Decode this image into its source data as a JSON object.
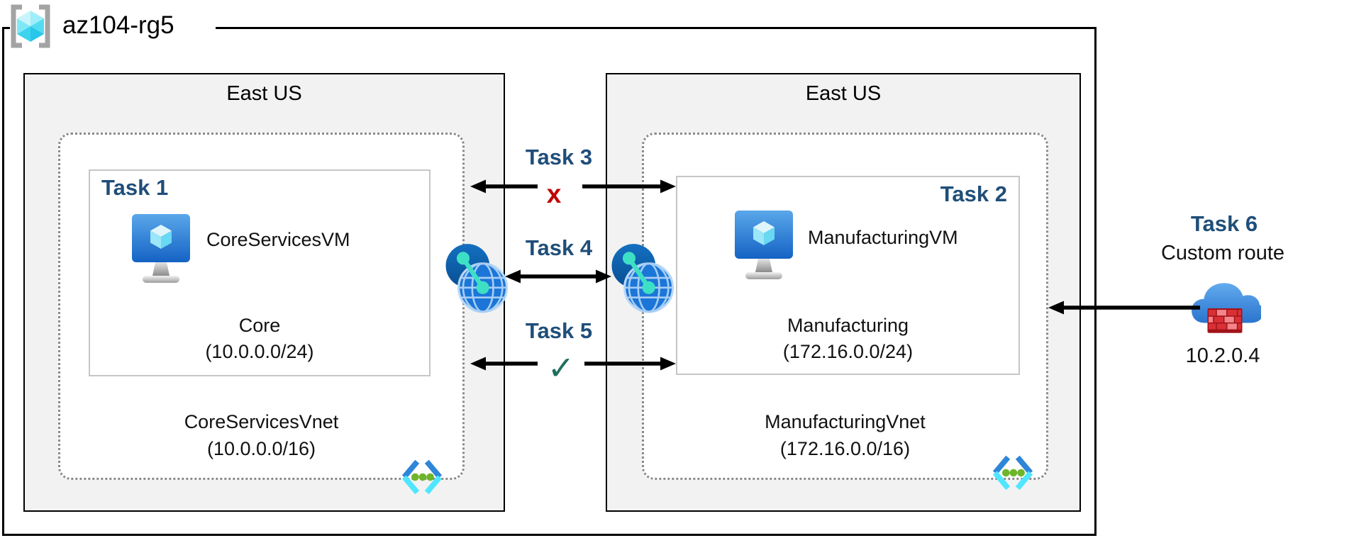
{
  "title": {
    "resource_group": "az104-rg5"
  },
  "left_region": {
    "name": "East US",
    "subnet_task": "Task 1",
    "vm_name": "CoreServicesVM",
    "subnet_name": "Core",
    "subnet_cidr": "(10.0.0.0/24)",
    "vnet_name": "CoreServicesVnet",
    "vnet_cidr": "(10.0.0.0/16)"
  },
  "right_region": {
    "name": "East US",
    "subnet_task": "Task 2",
    "vm_name": "ManufacturingVM",
    "subnet_name": "Manufacturing",
    "subnet_cidr": "(172.16.0.0/24)",
    "vnet_name": "ManufacturingVnet",
    "vnet_cidr": "(172.16.0.0/16)"
  },
  "connections": {
    "task3": {
      "label": "Task 3",
      "mark": "x"
    },
    "task4": {
      "label": "Task 4",
      "mark": ""
    },
    "task5": {
      "label": "Task 5",
      "mark": "✓"
    }
  },
  "custom_route": {
    "label": "Task 6",
    "title": "Custom route",
    "ip": "10.2.0.4"
  },
  "icons": {
    "resource_group": "resource-group-brackets-cube-icon",
    "virtual_machine": "azure-vm-monitor-cube-icon",
    "virtual_network": "vnet-angle-brackets-dots-icon",
    "peering": "network-peering-globe-icon",
    "custom_route_appliance": "cloud-firewall-icon"
  },
  "colors": {
    "task_label": "#1f4e79",
    "blocked_mark": "#c00000",
    "allowed_mark": "#1f6f5f",
    "region_fill": "#f2f2f2",
    "arrow": "#000000",
    "vnet_border": "#8a8a8a"
  }
}
